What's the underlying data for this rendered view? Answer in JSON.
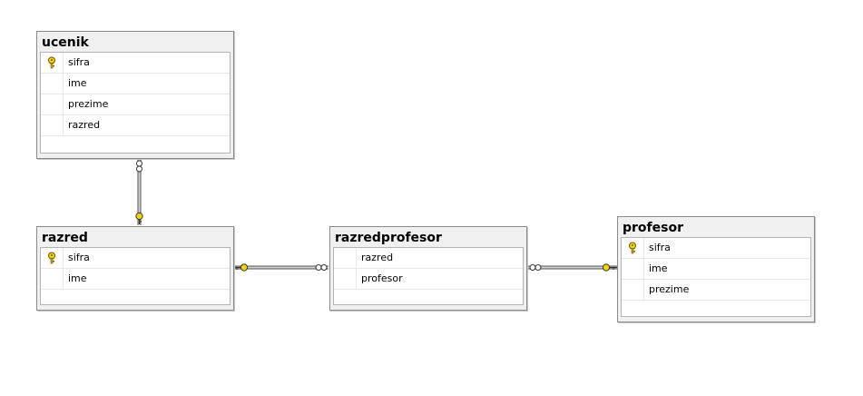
{
  "diagram": {
    "tables": [
      {
        "id": "ucenik",
        "name": "ucenik",
        "columns": [
          {
            "name": "sifra",
            "primary_key": true
          },
          {
            "name": "ime",
            "primary_key": false
          },
          {
            "name": "prezime",
            "primary_key": false
          },
          {
            "name": "razred",
            "primary_key": false
          }
        ]
      },
      {
        "id": "razred",
        "name": "razred",
        "columns": [
          {
            "name": "sifra",
            "primary_key": true
          },
          {
            "name": "ime",
            "primary_key": false
          }
        ]
      },
      {
        "id": "razredprofesor",
        "name": "razredprofesor",
        "columns": [
          {
            "name": "razred",
            "primary_key": false
          },
          {
            "name": "profesor",
            "primary_key": false
          }
        ]
      },
      {
        "id": "profesor",
        "name": "profesor",
        "columns": [
          {
            "name": "sifra",
            "primary_key": true
          },
          {
            "name": "ime",
            "primary_key": false
          },
          {
            "name": "prezime",
            "primary_key": false
          }
        ]
      }
    ],
    "relationships": [
      {
        "from": "ucenik",
        "from_end": "many",
        "to": "razred",
        "to_end": "one"
      },
      {
        "from": "razredprofesor",
        "from_end": "many",
        "to": "razred",
        "to_end": "one"
      },
      {
        "from": "razredprofesor",
        "from_end": "many",
        "to": "profesor",
        "to_end": "one"
      }
    ],
    "colors": {
      "table_header": "#f0f0f0",
      "table_border": "#8a8a8a",
      "key_icon": "#f2d400",
      "connector": "#555555"
    }
  }
}
